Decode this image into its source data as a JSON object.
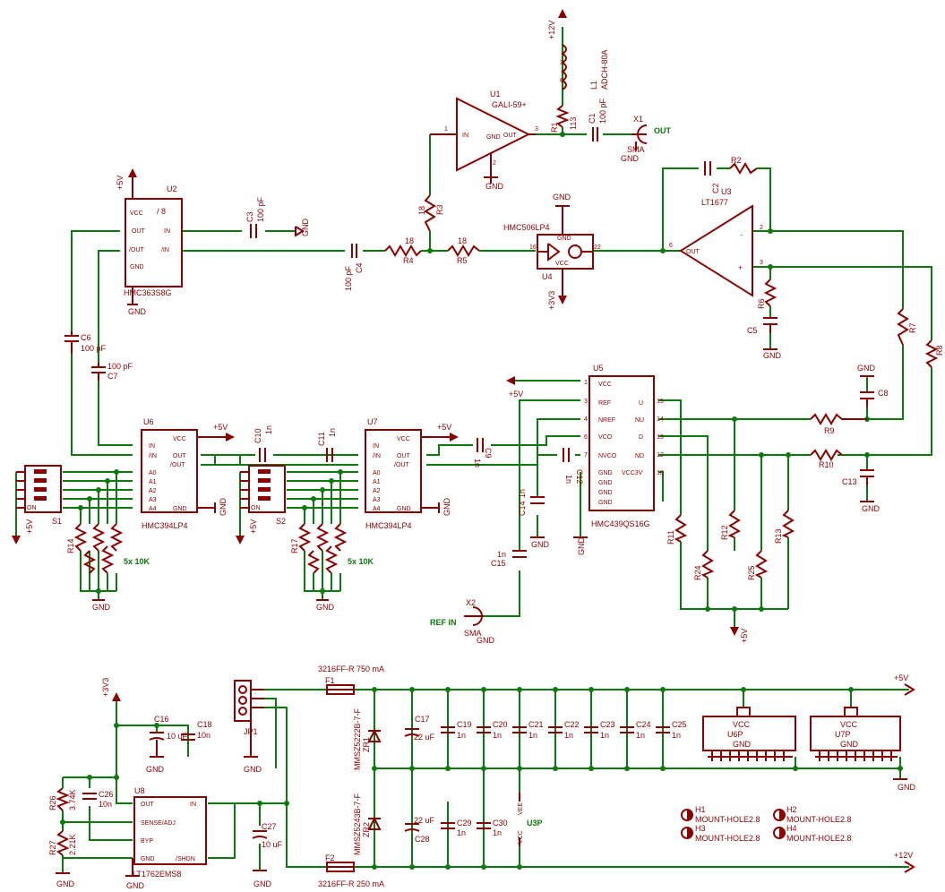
{
  "schematic": {
    "u1": {
      "ref": "U1",
      "part": "GALI-59+",
      "pins": {
        "in": "IN",
        "gnd": "GND",
        "out": "OUT"
      },
      "pin_nums": [
        "1",
        "2",
        "3"
      ]
    },
    "u2": {
      "ref": "U2",
      "part": "HMC363S8G",
      "div": "/ 8",
      "pins": {
        "vcc": "VCC",
        "out": "OUT",
        "outb": "/OUT",
        "gnd": "GND",
        "in": "IN",
        "inb": "/IN"
      }
    },
    "u3": {
      "ref": "U3",
      "part": "LT1677",
      "pins": {
        "out": "OUT",
        "minus": "-",
        "plus": "+"
      }
    },
    "u4": {
      "ref": "U4",
      "part": "HMC506LP4",
      "pins": {
        "gnd": "GND",
        "vcc": "VCC"
      }
    },
    "u5": {
      "ref": "U5",
      "part": "HMC439QS16G",
      "pins": [
        "VCC",
        "REF",
        "NREF",
        "VCO",
        "NVCO",
        "GND",
        "GND",
        "GND",
        "GND",
        "U",
        "NU",
        "D",
        "ND",
        "VCC3V"
      ]
    },
    "u6": {
      "ref": "U6",
      "part": "HMC394LP4",
      "pins": [
        "IN",
        "/IN",
        "VCC",
        "OUT",
        "/OUT",
        "A0",
        "A1",
        "A2",
        "A3",
        "A4",
        "GND"
      ]
    },
    "u7": {
      "ref": "U7",
      "part": "HMC394LP4",
      "pins": [
        "IN",
        "/IN",
        "VCC",
        "OUT",
        "/OUT",
        "A0",
        "A1",
        "A2",
        "A3",
        "A4",
        "GND"
      ]
    },
    "u8": {
      "ref": "U8",
      "part": "LT1762EMS8",
      "pins": [
        "OUT",
        "SENSE/ADJ",
        "BYP",
        "GND",
        "IN",
        "/SHDN"
      ]
    },
    "u3p": {
      "ref": "U3P",
      "vee": "VEE",
      "vcc": "VCC"
    },
    "u6p": {
      "ref": "U6P",
      "vcc": "VCC",
      "gnd": "GND"
    },
    "u7p": {
      "ref": "U7P",
      "vcc": "VCC",
      "gnd": "GND"
    },
    "l1": {
      "ref": "L1",
      "part": "ADCH-80A"
    },
    "x1": {
      "ref": "X1",
      "type": "SMA",
      "net": "OUT"
    },
    "x2": {
      "ref": "X2",
      "type": "SMA",
      "net": "REF IN"
    },
    "jp1": {
      "ref": "JP1"
    },
    "s1": {
      "ref": "S1",
      "on": "ON"
    },
    "s2": {
      "ref": "S2",
      "on": "ON"
    },
    "fuses": [
      {
        "ref": "F1",
        "part": "3216FF-R 750 mA"
      },
      {
        "ref": "F2",
        "part": "3216FF-R 250 mA"
      }
    ],
    "zeners": [
      {
        "ref": "ZR1",
        "part": "MMSZ5222B-7-F"
      },
      {
        "ref": "ZR2",
        "part": "MMSZ5243B-7-F"
      }
    ],
    "resistors": {
      "r1": {
        "ref": "R1",
        "value": "113"
      },
      "r2": {
        "ref": "R2"
      },
      "r3": {
        "ref": "R3",
        "value": "18"
      },
      "r4": {
        "ref": "R4",
        "value": "18"
      },
      "r5": {
        "ref": "R5",
        "value": "18"
      },
      "r6": {
        "ref": "R6"
      },
      "r7": {
        "ref": "R7"
      },
      "r8": {
        "ref": "R8"
      },
      "r9": {
        "ref": "R9"
      },
      "r10": {
        "ref": "R10"
      },
      "r11": {
        "ref": "R11"
      },
      "r12": {
        "ref": "R12"
      },
      "r13": {
        "ref": "R13"
      },
      "r14": {
        "ref": "R14"
      },
      "r17": {
        "ref": "R17"
      },
      "r24": {
        "ref": "R24"
      },
      "r25": {
        "ref": "R25"
      },
      "r26": {
        "ref": "R26",
        "value": "3.74K"
      },
      "r27": {
        "ref": "R27",
        "value": "2.21K"
      },
      "array_note": "5x 10K"
    },
    "capacitors": {
      "c1": {
        "ref": "C1",
        "value": "100 pF"
      },
      "c2": {
        "ref": "C2"
      },
      "c3": {
        "ref": "C3",
        "value": "100 pF"
      },
      "c4": {
        "ref": "C4",
        "value": "100 pF"
      },
      "c5": {
        "ref": "C5"
      },
      "c6": {
        "ref": "C6",
        "value": "100 pF"
      },
      "c7": {
        "ref": "C7",
        "value": "100 pF"
      },
      "c8": {
        "ref": "C8"
      },
      "c9": {
        "ref": "C9",
        "value": "1n"
      },
      "c10": {
        "ref": "C10",
        "value": "1n"
      },
      "c11": {
        "ref": "C11",
        "value": "1n"
      },
      "c12": {
        "ref": "C12",
        "value": "1n"
      },
      "c13": {
        "ref": "C13"
      },
      "c14": {
        "ref": "C14",
        "value": "1n"
      },
      "c15": {
        "ref": "C15",
        "value": "1n"
      },
      "c16": {
        "ref": "C16",
        "value": "10 uF"
      },
      "c17": {
        "ref": "C17",
        "value": "22 uF"
      },
      "c18": {
        "ref": "C18",
        "value": "10n"
      },
      "c26": {
        "ref": "C26",
        "value": "10n"
      },
      "c27": {
        "ref": "C27",
        "value": "10 uF"
      },
      "c28": {
        "ref": "C28",
        "value": "22 uF"
      },
      "c29": {
        "ref": "C29",
        "value": "1n"
      },
      "c30": {
        "ref": "C30",
        "value": "1n"
      },
      "bank": [
        {
          "ref": "C19",
          "value": "1n"
        },
        {
          "ref": "C20",
          "value": "1n"
        },
        {
          "ref": "C21",
          "value": "1n"
        },
        {
          "ref": "C22",
          "value": "1n"
        },
        {
          "ref": "C23",
          "value": "1n"
        },
        {
          "ref": "C24",
          "value": "1n"
        },
        {
          "ref": "C25",
          "value": "1n"
        }
      ]
    },
    "mount_holes": [
      {
        "ref": "H1",
        "part": "MOUNT-HOLE2.8"
      },
      {
        "ref": "H2",
        "part": "MOUNT-HOLE2.8"
      },
      {
        "ref": "H3",
        "part": "MOUNT-HOLE2.8"
      },
      {
        "ref": "H4",
        "part": "MOUNT-HOLE2.8"
      }
    ],
    "rails": {
      "p12": "+12V",
      "p5": "+5V",
      "p3v3": "+3V3",
      "gnd": "GND"
    },
    "colors": {
      "wire": "#0a7a0a",
      "part": "#8b0000",
      "background": "#ffffff"
    }
  }
}
